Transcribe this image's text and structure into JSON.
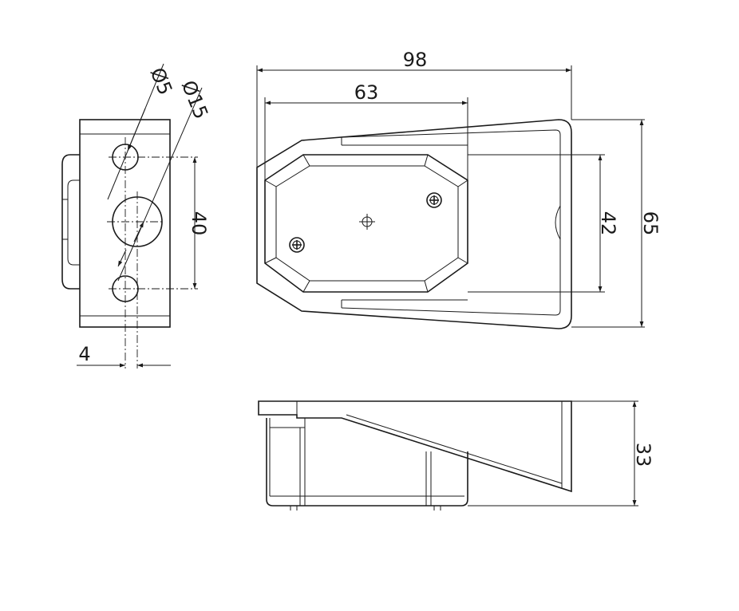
{
  "dimensions": {
    "overall_length": "98",
    "base_length": "63",
    "outer_height": "65",
    "inner_height": "42",
    "hole_spacing": "40",
    "small_hole_dia": "Ø5",
    "large_hole_dia": "Ø15",
    "offset": "4",
    "side_height": "33"
  }
}
